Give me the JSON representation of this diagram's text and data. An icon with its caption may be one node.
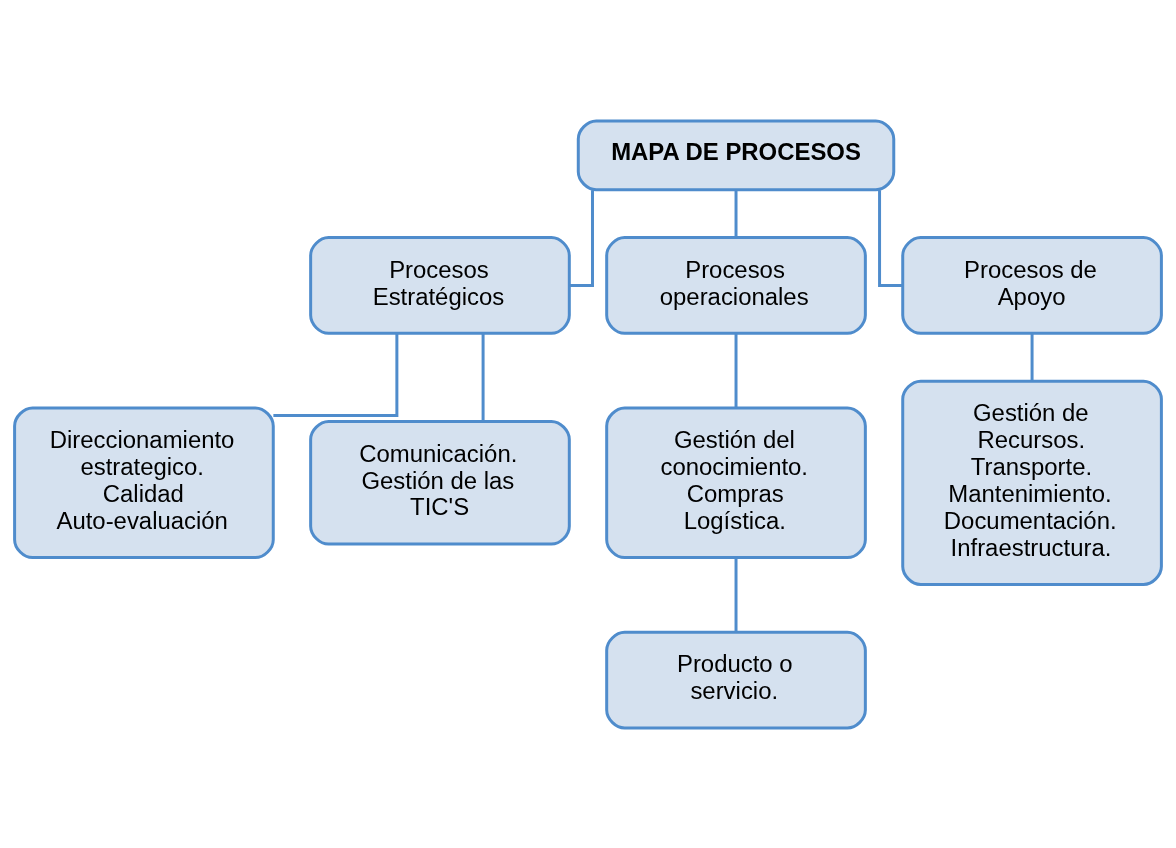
{
  "diagram": {
    "nodes": [
      {
        "text": [
          "MAPA DE PROCESOS"
        ]
      },
      {
        "text": [
          "Procesos Estratégicos"
        ]
      },
      {
        "text": [
          "Procesos operacionales"
        ]
      },
      {
        "text": [
          "Procesos de Apoyo"
        ]
      },
      {
        "text": [
          "Direccionamiento estrategico.",
          "Calidad",
          "Auto-evaluación"
        ]
      },
      {
        "text": [
          "Comunicación.",
          "Gestión de las TIC'S"
        ]
      },
      {
        "text": [
          "Gestión del conocimiento.",
          "Compras",
          "Logística."
        ]
      },
      {
        "text": [
          "Producto o servicio."
        ]
      },
      {
        "text": [
          "Gestión de Recursos.",
          "Transporte.",
          "Mantenimiento.",
          "Documentación.",
          "Infraestructura."
        ]
      }
    ],
    "edges": [
      {
        "from": 0,
        "to": 1,
        "arrow": "none"
      },
      {
        "from": 0,
        "to": 2,
        "arrow": "none"
      },
      {
        "from": 0,
        "to": 3,
        "arrow": "none"
      },
      {
        "from": 1,
        "to": 4,
        "arrow": "none"
      },
      {
        "from": 1,
        "to": 5,
        "arrow": "none"
      },
      {
        "from": 2,
        "to": 6,
        "arrow": "none"
      },
      {
        "from": 6,
        "to": 7,
        "arrow": "none"
      },
      {
        "from": 3,
        "to": 8,
        "arrow": "none"
      }
    ]
  }
}
